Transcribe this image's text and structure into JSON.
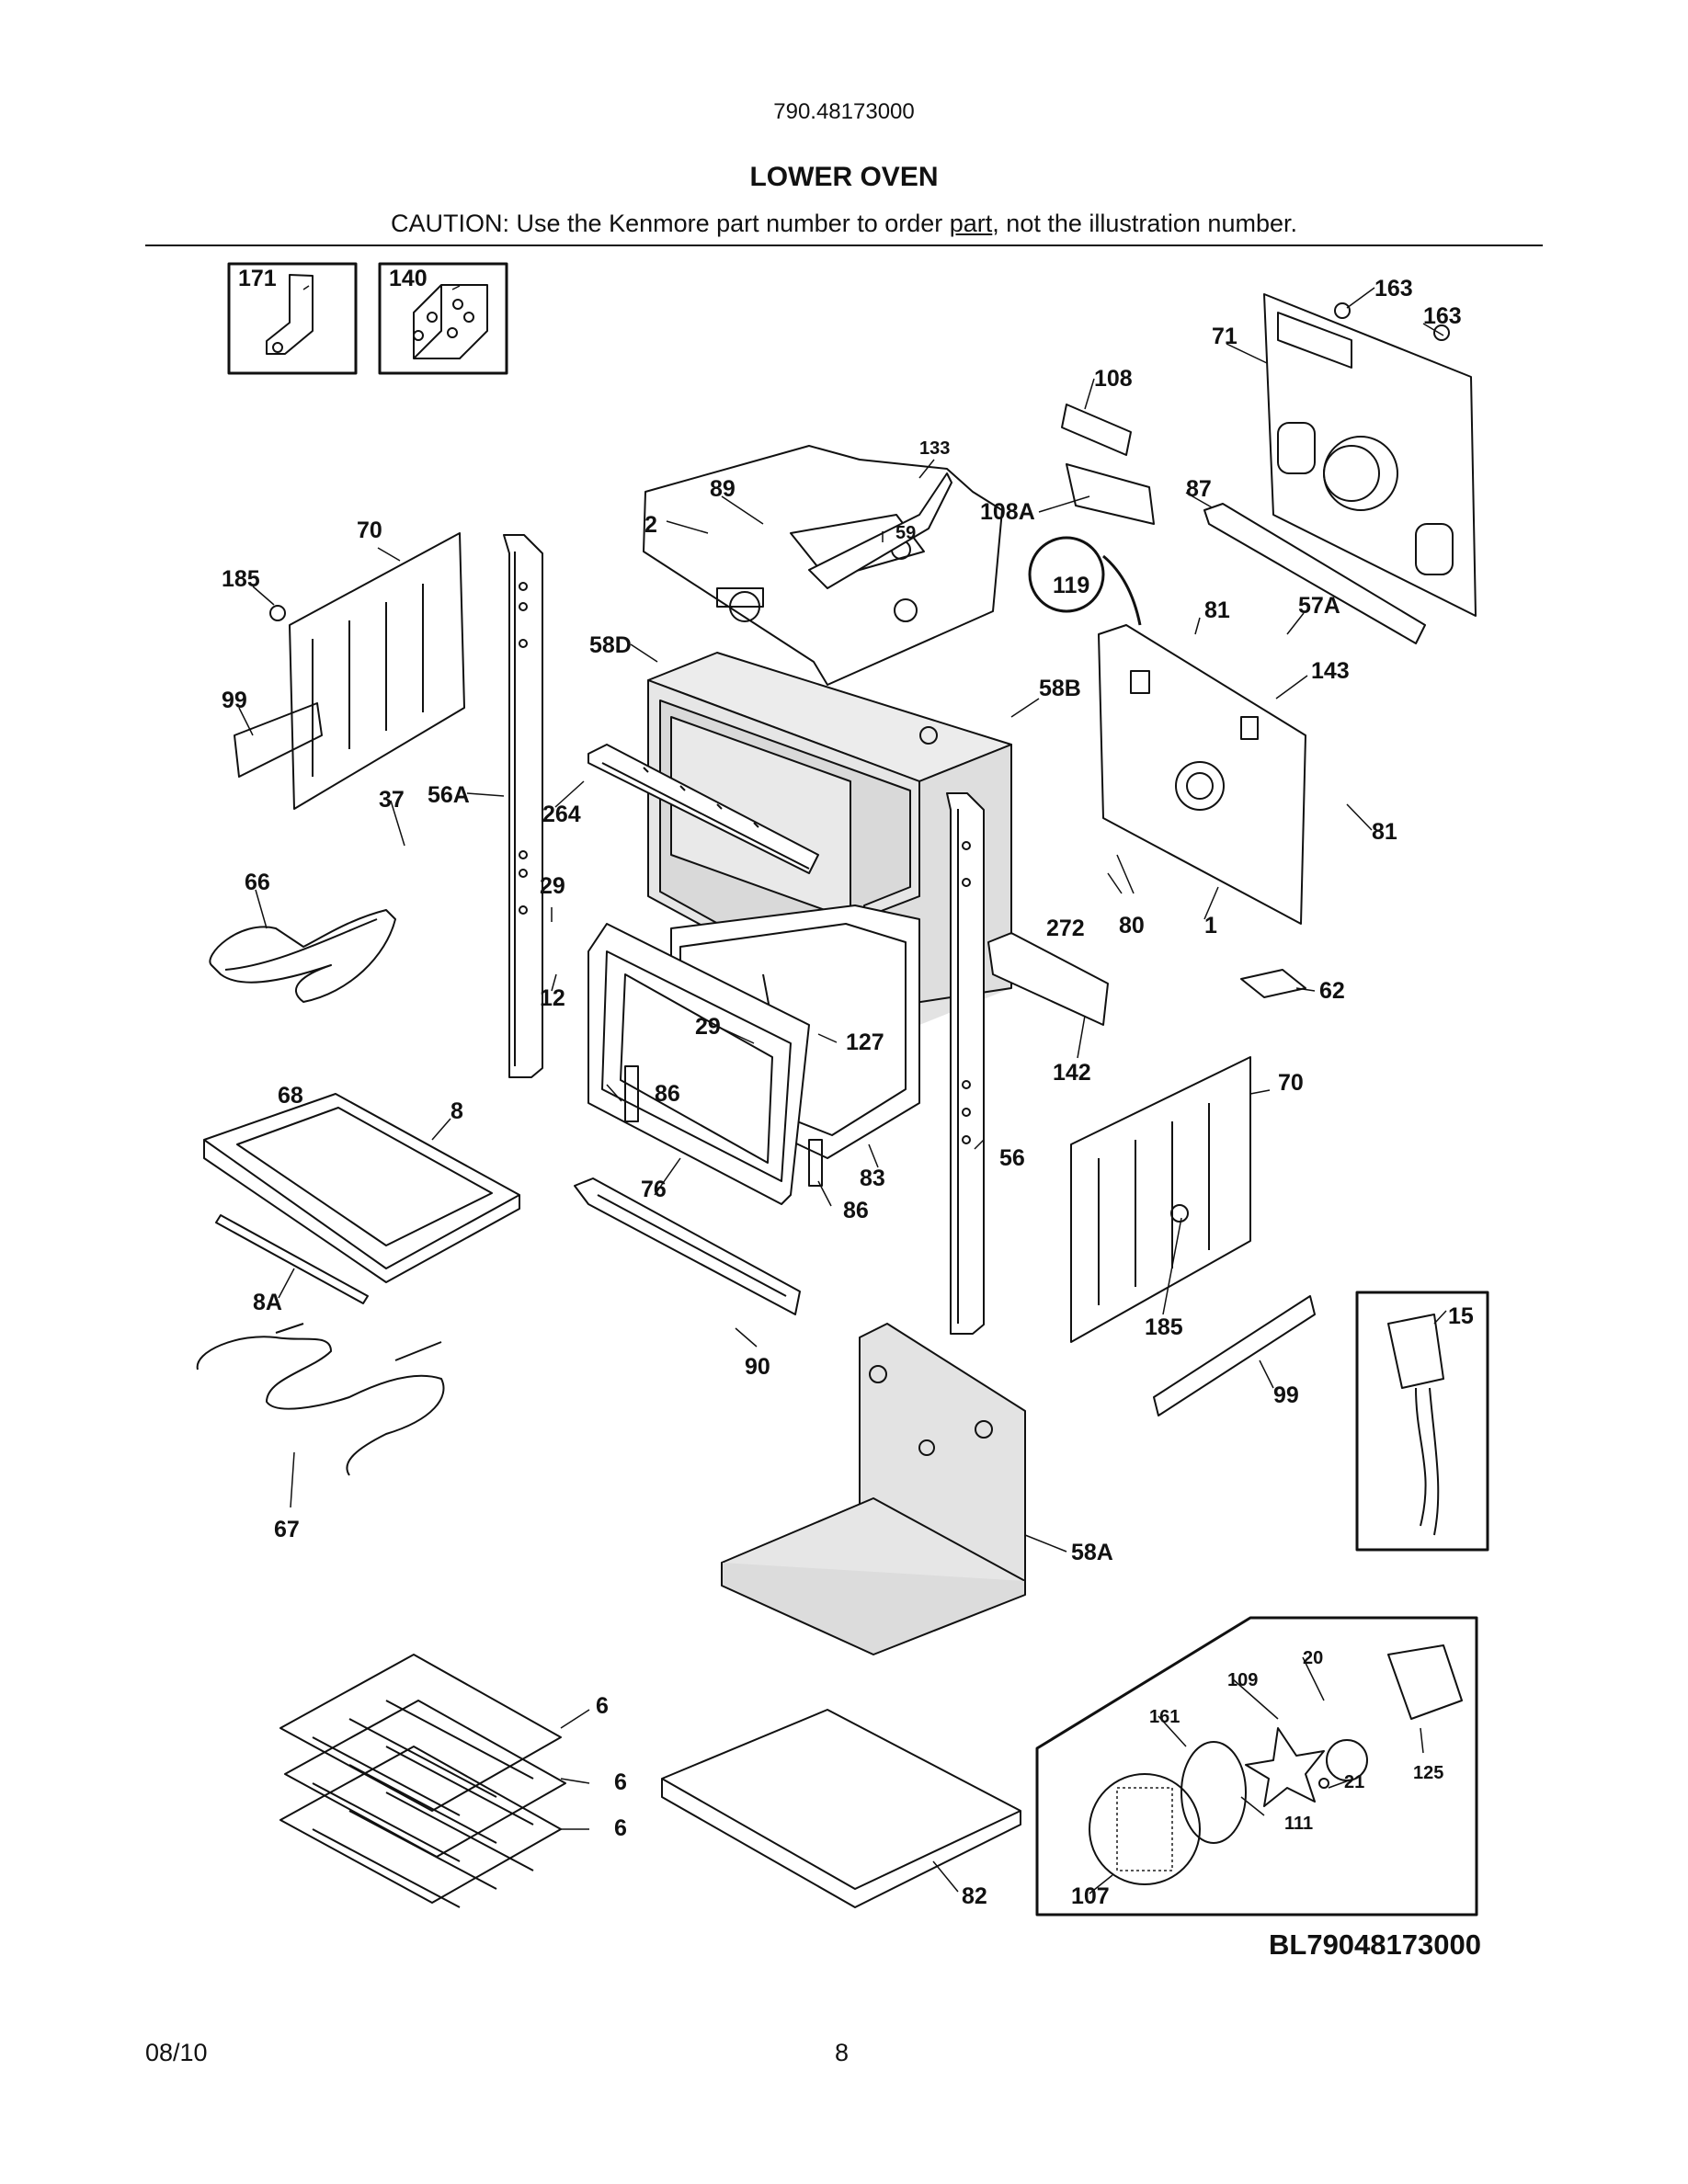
{
  "header": {
    "model_number": "790.48173000",
    "title": "LOWER OVEN",
    "caution_prefix": "CAUTION: Use the Kenmore part number to order ",
    "caution_underlined": "part",
    "caution_suffix": ", not the illustration number."
  },
  "callouts": [
    "171",
    "140",
    "163",
    "163",
    "71",
    "108",
    "133",
    "89",
    "2",
    "59",
    "108A",
    "87",
    "70",
    "185",
    "119",
    "81",
    "57A",
    "58D",
    "58B",
    "143",
    "99",
    "37",
    "56A",
    "264",
    "81",
    "66",
    "29",
    "272",
    "80",
    "1",
    "62",
    "12",
    "29",
    "127",
    "142",
    "86",
    "70",
    "68",
    "8",
    "83",
    "56",
    "76",
    "86",
    "185",
    "8A",
    "15",
    "90",
    "99",
    "67",
    "58A",
    "20",
    "109",
    "161",
    "125",
    "21",
    "6",
    "6",
    "111",
    "6",
    "82",
    "107"
  ],
  "drawing_code": "BL79048173000",
  "footer": {
    "date": "08/10",
    "page": "8"
  }
}
